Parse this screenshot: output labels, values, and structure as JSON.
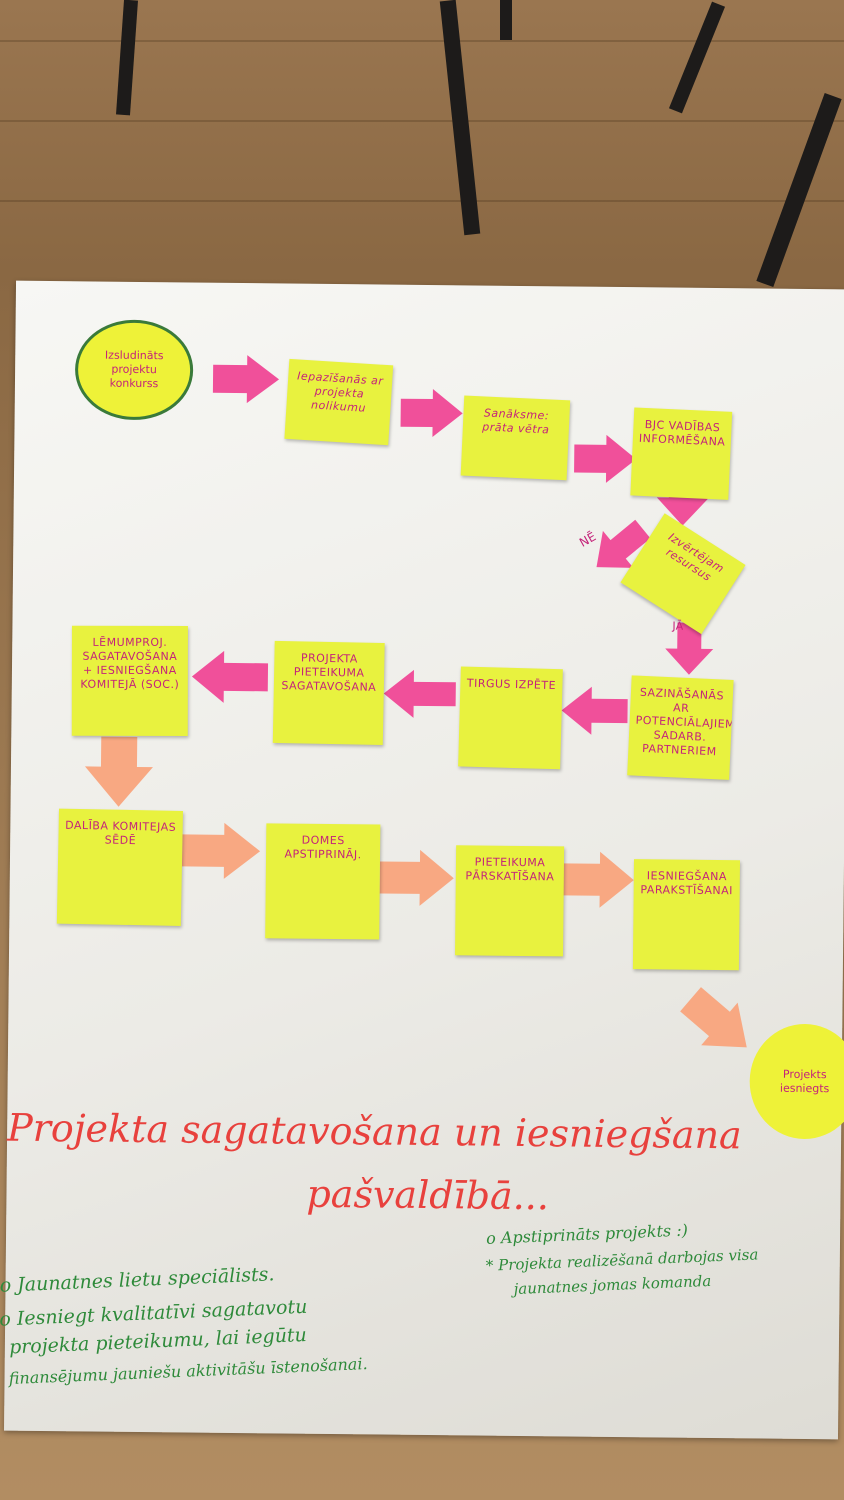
{
  "start_circle": "Izsludināts projektu konkurss",
  "notes": {
    "n1": "Iepazīšanās ar projekta nolikumu",
    "n2": "Sanāksme: prāta vētra",
    "n3": "BJC vadības informēšana",
    "n4": "Izvērtējam resursus",
    "n5": "Sazināšanās ar potenciālajiem sadarb. partneriem",
    "n6": "Tirgus izpēte",
    "n7": "Projekta pieteikuma sagatavošana",
    "n8": "Lēmumproj. sagatavošana + iesniegšana komitejā (soc.)",
    "n9": "Dalība komitejas sēdē",
    "n10": "Domes apstiprināj.",
    "n11": "Pieteikuma pārskatīšana",
    "n12": "Iesniegšana parakstīšanai"
  },
  "labels": {
    "ne": "NĒ",
    "ja": "JĀ"
  },
  "end_circle": "Projekts iesniegts",
  "title_line1": "Projekta sagatavošana un iesniegšana",
  "title_line2": "pašvaldībā...",
  "left_notes": {
    "l1": "o Jaunatnes lietu speciālists.",
    "l2": "o Iesniegt kvalitatīvi sagatavotu",
    "l3": "projekta pieteikumu, lai iegūtu",
    "l4": "finansējumu jauniešu aktivitāšu īstenošanai."
  },
  "right_notes": {
    "r1": "o Apstiprināts projekts :)",
    "r2": "* Projekta realizēšanā darbojas visa",
    "r3": "jaunatnes jomas komanda"
  },
  "colors": {
    "note_yellow": "#e8f23f",
    "arrow_pink": "#f0509a",
    "arrow_peach": "#f8a882",
    "ink_red": "#e8413d",
    "ink_green": "#2e8a3a",
    "ink_magenta": "#c4237a"
  }
}
